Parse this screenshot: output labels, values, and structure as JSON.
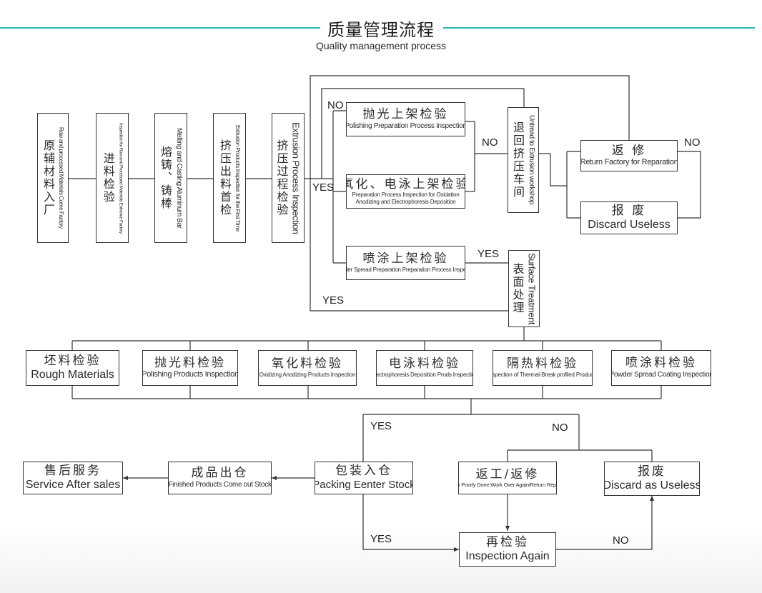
{
  "title": {
    "zh": "质量管理流程",
    "en": "Quality management process"
  },
  "colors": {
    "accent": "#2bb5b5",
    "line": "#333333"
  },
  "stages": [
    {
      "zh": "原辅材料入厂",
      "en": "Raw and processed Materials Come Factory"
    },
    {
      "zh": "进料检验",
      "en": "Inspection for Raw and Processed Materials Entrance Factory"
    },
    {
      "zh": "熔铸、铸棒",
      "en": "Melting and Casting Aluminum Bar"
    },
    {
      "zh": "挤压出料首检",
      "en": "Extrusion Products Inspection for the First Time"
    },
    {
      "zh": "挤压过程检验",
      "en": "Extrusion Process Inspection"
    }
  ],
  "pre_treatment": [
    {
      "zh": "抛光上架检验",
      "en": "Polishing Preparation Process Inspection"
    },
    {
      "zh": "氧化、电泳上架检验",
      "en": "Preparation Process Inspection for Oxidation",
      "en2": "Anodizing and Electrophoresis Deposition"
    },
    {
      "zh": "喷涂上架检验",
      "en": "Powder Spread Preparation Preparation Process Inspection"
    }
  ],
  "return_workshop": {
    "zh": "退回挤压车间",
    "en": "Untread to Extrusion workshop"
  },
  "reparation": {
    "zh": "返 修",
    "en": "Return Factory for Reparation"
  },
  "discard_top": {
    "zh": "报 废",
    "en": "Discard Useless"
  },
  "surface": {
    "zh": "表面处理",
    "en": "Surface Treatment"
  },
  "material_inspections": [
    {
      "zh": "坯料检验",
      "en": "Rough Materials"
    },
    {
      "zh": "抛光料检验",
      "en": "Polishing Products Inspection"
    },
    {
      "zh": "氧化料检验",
      "en": "Oxidizing Anodizing Products Inspection"
    },
    {
      "zh": "电泳料检验",
      "en": "Electrophoresis Deposition Prods Inspection"
    },
    {
      "zh": "隔热料检验",
      "en": "Inspection of Thermal-Break profiled Products"
    },
    {
      "zh": "喷涂料检验",
      "en": "Powder Spread Coating Inspection"
    }
  ],
  "after_sales": {
    "zh": "售后服务",
    "en": "Service After sales"
  },
  "finished_out": {
    "zh": "成品出仓",
    "en": "Finished Products Come out Stock"
  },
  "packing": {
    "zh": "包装入仓",
    "en": "Packing Eenter Stock"
  },
  "rework": {
    "zh": "返工/返修",
    "en": "Do Poorly Done Work Over Again/Return Repair"
  },
  "discard_bottom": {
    "zh": "报废",
    "en": "Discard as Useless"
  },
  "reinspect": {
    "zh": "再检验",
    "en": "Inspection Again"
  },
  "labels": {
    "yes": "YES",
    "no": "NO"
  }
}
